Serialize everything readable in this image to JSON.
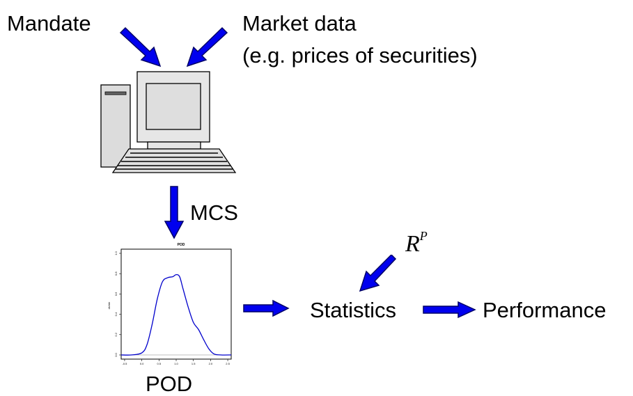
{
  "labels": {
    "mandate": "Mandate",
    "market_data_line1": "Market data",
    "market_data_line2": "(e.g. prices of securities)",
    "mcs": "MCS",
    "statistics": "Statistics",
    "performance": "Performance",
    "pod": "POD",
    "rp_base": "R",
    "rp_sup": "P"
  },
  "colors": {
    "arrow_fill": "#0000ee",
    "arrow_stroke": "#000066",
    "density_line": "#0000cc"
  },
  "chart_data": {
    "type": "line",
    "title": "POD",
    "ylabel": "dichte",
    "xlabel": "",
    "xlim": [
      -0.6,
      2.6
    ],
    "ylim": [
      0,
      1.0
    ],
    "x_ticks": [
      "-0.5",
      "0.0",
      "0.5",
      "1.0",
      "1.5",
      "2.0",
      "2.5"
    ],
    "y_ticks": [
      "0.0",
      "0.2",
      "0.4",
      "0.6",
      "0.8",
      "1.0"
    ],
    "series": [
      {
        "x": [
          -0.6,
          -0.3,
          0.0,
          0.15,
          0.3,
          0.45,
          0.6,
          0.75,
          0.9,
          1.0,
          1.1,
          1.2,
          1.35,
          1.5,
          1.65,
          1.8,
          1.95,
          2.1,
          2.3,
          2.6
        ],
        "values": [
          0.0,
          0.0,
          0.02,
          0.1,
          0.3,
          0.55,
          0.72,
          0.76,
          0.77,
          0.79,
          0.77,
          0.65,
          0.47,
          0.32,
          0.25,
          0.15,
          0.06,
          0.01,
          0.0,
          0.0
        ]
      }
    ]
  }
}
